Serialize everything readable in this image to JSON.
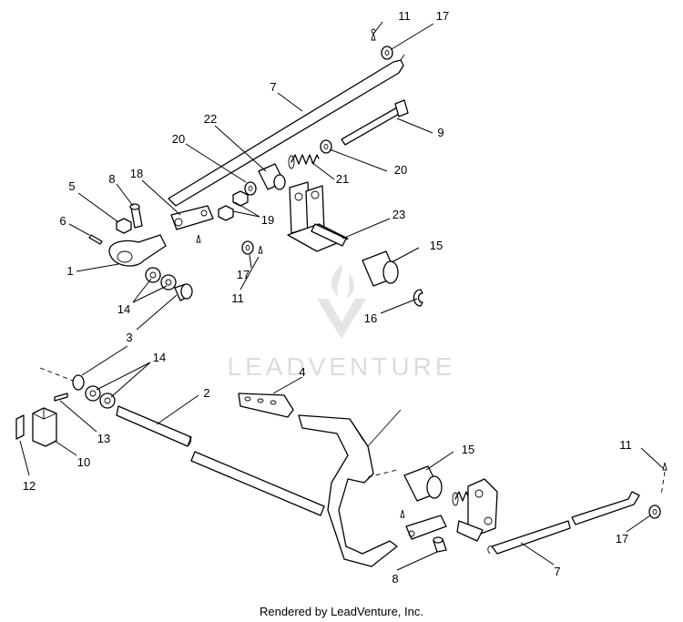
{
  "watermark": {
    "text": "LEADVENTURE"
  },
  "footer": {
    "text": "Rendered by LeadVenture, Inc."
  },
  "callouts": [
    {
      "id": "c11a",
      "text": "11"
    },
    {
      "id": "c17a",
      "text": "17"
    },
    {
      "id": "c7a",
      "text": "7"
    },
    {
      "id": "c9",
      "text": "9"
    },
    {
      "id": "c22",
      "text": "22"
    },
    {
      "id": "c20a",
      "text": "20"
    },
    {
      "id": "c20b",
      "text": "20"
    },
    {
      "id": "c21",
      "text": "21"
    },
    {
      "id": "c18",
      "text": "18"
    },
    {
      "id": "c8a",
      "text": "8"
    },
    {
      "id": "c5",
      "text": "5"
    },
    {
      "id": "c19",
      "text": "19"
    },
    {
      "id": "c23",
      "text": "23"
    },
    {
      "id": "c6",
      "text": "6"
    },
    {
      "id": "c15a",
      "text": "15"
    },
    {
      "id": "c1",
      "text": "1"
    },
    {
      "id": "c17b",
      "text": "17"
    },
    {
      "id": "c11b",
      "text": "11"
    },
    {
      "id": "c14a",
      "text": "14"
    },
    {
      "id": "c16",
      "text": "16"
    },
    {
      "id": "c3",
      "text": "3"
    },
    {
      "id": "c14b",
      "text": "14"
    },
    {
      "id": "c4",
      "text": "4"
    },
    {
      "id": "c2",
      "text": "2"
    },
    {
      "id": "c13",
      "text": "13"
    },
    {
      "id": "c10",
      "text": "10"
    },
    {
      "id": "c12",
      "text": "12"
    },
    {
      "id": "c15b",
      "text": "15"
    },
    {
      "id": "c11c",
      "text": "11"
    },
    {
      "id": "c17c",
      "text": "17"
    },
    {
      "id": "c8b",
      "text": "8"
    },
    {
      "id": "c7b",
      "text": "7"
    }
  ]
}
